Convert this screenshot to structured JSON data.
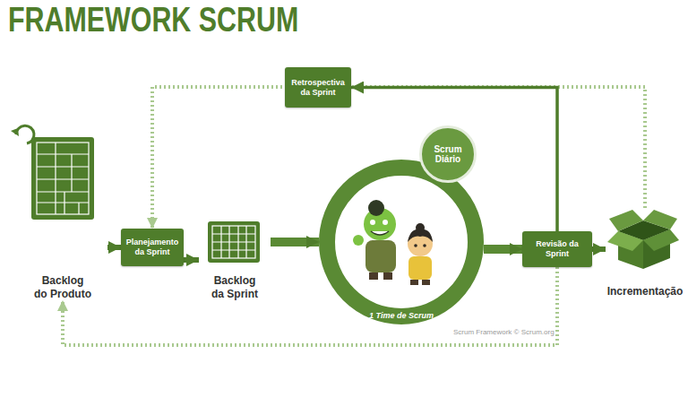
{
  "diagram": {
    "title": "FRAMEWORK SCRUM",
    "nodes": [
      {
        "text": [
          "Backlog do Produto"
        ]
      },
      {
        "text": [
          "Planejamento da Sprint"
        ]
      },
      {
        "text": [
          "Backlog da Sprint"
        ]
      },
      {
        "text": [
          "1 Time de Scrum"
        ]
      },
      {
        "text": [
          "Scrum Diário"
        ]
      },
      {
        "text": [
          "Revisão da Sprint"
        ]
      },
      {
        "text": [
          "Incrementação"
        ]
      },
      {
        "text": [
          "Retrospectiva da Sprint"
        ]
      }
    ],
    "edges": [
      {
        "from": 0,
        "to": 1,
        "arrow": "to"
      },
      {
        "from": 1,
        "to": 2,
        "arrow": "to"
      },
      {
        "from": 2,
        "to": 3,
        "arrow": "to"
      },
      {
        "from": 3,
        "to": 5,
        "arrow": "to"
      },
      {
        "from": 5,
        "to": 6,
        "arrow": "to"
      },
      {
        "from": 5,
        "to": 7,
        "arrow": "to"
      },
      {
        "from": 6,
        "to": 1,
        "arrow": "to"
      },
      {
        "from": 5,
        "to": 0,
        "arrow": "to"
      }
    ],
    "labels": [
      "Scrum Framework © Scrum.org"
    ]
  }
}
